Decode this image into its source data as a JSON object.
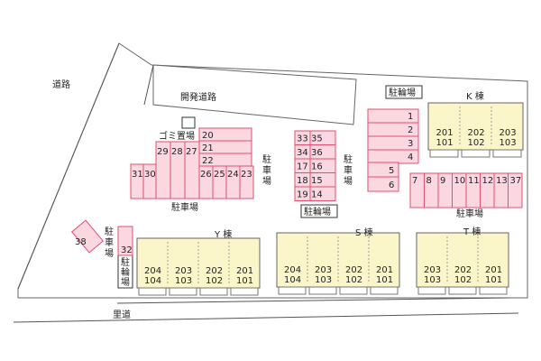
{
  "labels": {
    "road_top": "道路",
    "dev_road": "開発道路",
    "garbage": "ゴミ置場",
    "parking_main": "駐車場",
    "parking_mid": [
      "駐",
      "車",
      "場"
    ],
    "parking_mid2": [
      "駐",
      "車",
      "場"
    ],
    "parking_right": "駐車場",
    "parking_left": [
      "駐",
      "車",
      "場"
    ],
    "bike_top": "駐輪場",
    "bike_mid": "駐輪場",
    "bike_left": [
      "駐",
      "輪",
      "場"
    ],
    "bottom_road": "里道"
  },
  "buildings": {
    "K": {
      "name": "K 棟",
      "units": [
        {
          "upper": "201",
          "lower": "101"
        },
        {
          "upper": "202",
          "lower": "102"
        },
        {
          "upper": "203",
          "lower": "103"
        }
      ]
    },
    "Y": {
      "name": "Y 棟",
      "units": [
        {
          "upper": "204",
          "lower": "104"
        },
        {
          "upper": "203",
          "lower": "103"
        },
        {
          "upper": "202",
          "lower": "102"
        },
        {
          "upper": "201",
          "lower": "101"
        }
      ]
    },
    "S": {
      "name": "S 棟",
      "units": [
        {
          "upper": "204",
          "lower": "104"
        },
        {
          "upper": "203",
          "lower": "103"
        },
        {
          "upper": "202",
          "lower": "102"
        },
        {
          "upper": "201",
          "lower": "101"
        }
      ]
    },
    "T": {
      "name": "T 棟",
      "units": [
        {
          "upper": "203",
          "lower": "103"
        },
        {
          "upper": "202",
          "lower": "102"
        },
        {
          "upper": "201",
          "lower": "101"
        }
      ]
    }
  },
  "parking": {
    "left_vertical": [
      "31",
      "30"
    ],
    "upper_left_cols": [
      "29",
      "28",
      "27"
    ],
    "row_a": [
      "20",
      "21",
      "22"
    ],
    "row_a_bottom": [
      "26",
      "25",
      "24",
      "23"
    ],
    "mid_left": [
      "33",
      "34",
      "17",
      "18",
      "19"
    ],
    "mid_right": [
      "35",
      "36",
      "16",
      "15",
      "14"
    ],
    "right_stack": [
      "1",
      "2",
      "3",
      "4"
    ],
    "right_stack2": [
      "5",
      "6"
    ],
    "right_row": [
      "7",
      "8",
      "9",
      "10",
      "11",
      "12",
      "13",
      "37"
    ],
    "single_32": "32",
    "diag_38": "38"
  },
  "colors": {
    "slot_fill": "#fad7e1",
    "slot_stroke": "#e0506e",
    "building_fill": "#fbf6c9"
  }
}
